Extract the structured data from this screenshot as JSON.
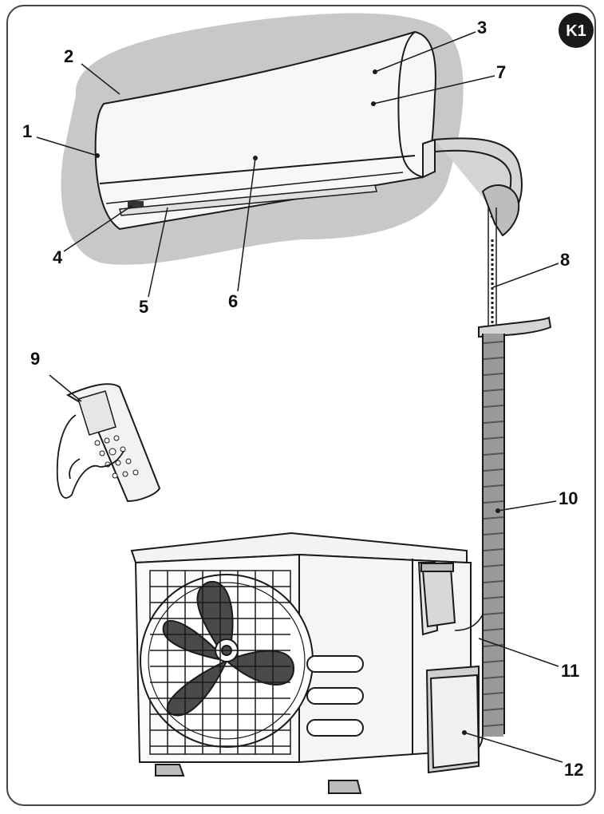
{
  "figure": {
    "badge": "K1",
    "callouts": [
      {
        "id": "1",
        "label": "1"
      },
      {
        "id": "2",
        "label": "2"
      },
      {
        "id": "3",
        "label": "3"
      },
      {
        "id": "4",
        "label": "4"
      },
      {
        "id": "5",
        "label": "5"
      },
      {
        "id": "6",
        "label": "6"
      },
      {
        "id": "7",
        "label": "7"
      },
      {
        "id": "8",
        "label": "8"
      },
      {
        "id": "9",
        "label": "9"
      },
      {
        "id": "10",
        "label": "10"
      },
      {
        "id": "11",
        "label": "11"
      },
      {
        "id": "12",
        "label": "12"
      }
    ]
  },
  "colors": {
    "wall_shadow": "#c8c8c8",
    "line": "#1a1a1a",
    "unit_body": "#f7f7f7",
    "fan_blade": "#4a4a4a",
    "pipe_fill": "#8a8a8a",
    "badge_bg": "#1a1a1a"
  }
}
